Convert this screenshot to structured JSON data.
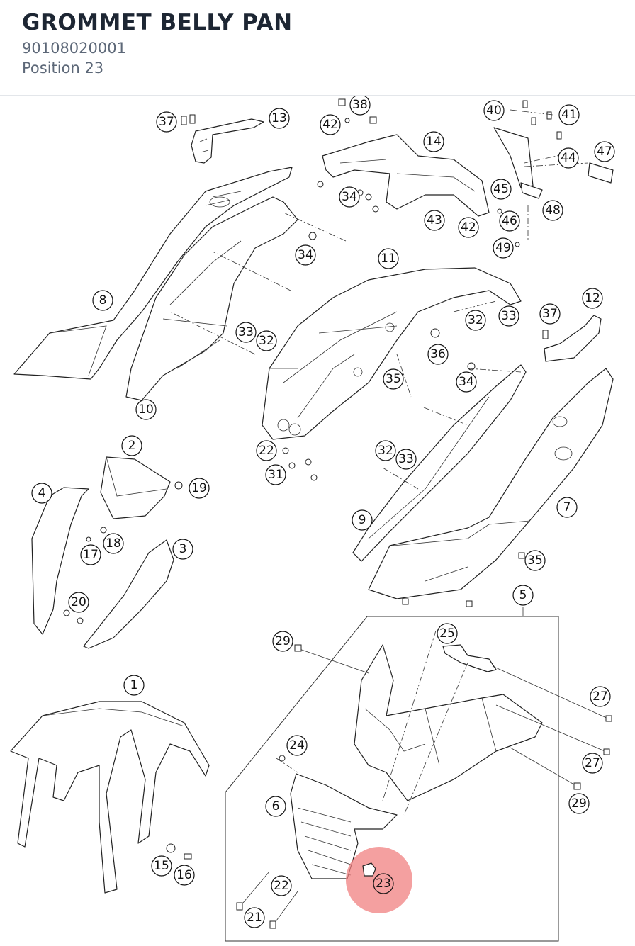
{
  "header": {
    "title": "GROMMET BELLY PAN",
    "part_number": "90108020001",
    "position": "Position 23"
  },
  "highlight": {
    "position": "23",
    "color": "#f08080"
  },
  "callouts": {
    "c1": "1",
    "c2": "2",
    "c3": "3",
    "c4": "4",
    "c5": "5",
    "c6": "6",
    "c7": "7",
    "c8": "8",
    "c9": "9",
    "c10": "10",
    "c11": "11",
    "c12": "12",
    "c13": "13",
    "c14": "14",
    "c15": "15",
    "c16": "16",
    "c17": "17",
    "c18": "18",
    "c19": "19",
    "c20": "20",
    "c21": "21",
    "c22": "22",
    "c23": "23",
    "c24": "24",
    "c25": "25",
    "c27": "27",
    "c29": "29",
    "c31": "31",
    "c32": "32",
    "c33": "33",
    "c34": "34",
    "c35": "35",
    "c36": "36",
    "c37": "37",
    "c38": "38",
    "c40": "40",
    "c41": "41",
    "c42": "42",
    "c43": "43",
    "c44": "44",
    "c45": "45",
    "c46": "46",
    "c47": "47",
    "c48": "48",
    "c49": "49"
  }
}
